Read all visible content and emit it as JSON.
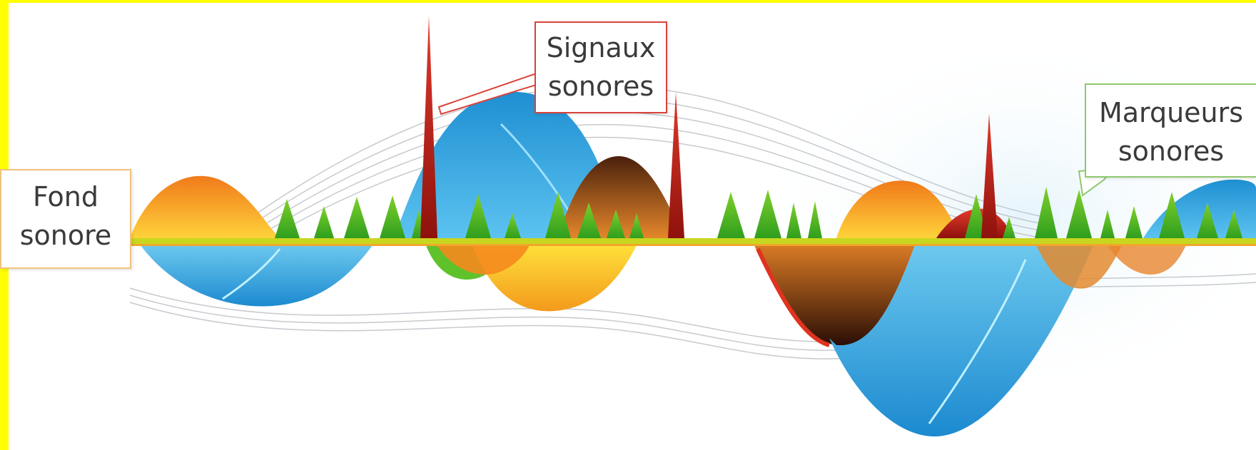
{
  "labels": {
    "fond": {
      "line1": "Fond",
      "line2": "sonore"
    },
    "signaux": {
      "line1": "Signaux",
      "line2": "sonores"
    },
    "marqueurs": {
      "line1": "Marqueurs",
      "line2": "sonores"
    }
  },
  "colors": {
    "border": "#ffff00",
    "orange": "#f39a1c",
    "blue": "#2a9fd8",
    "green": "#5bbf2a",
    "red": "#c0231b",
    "brown": "#5a2b12",
    "baseline": "#c8d620"
  }
}
